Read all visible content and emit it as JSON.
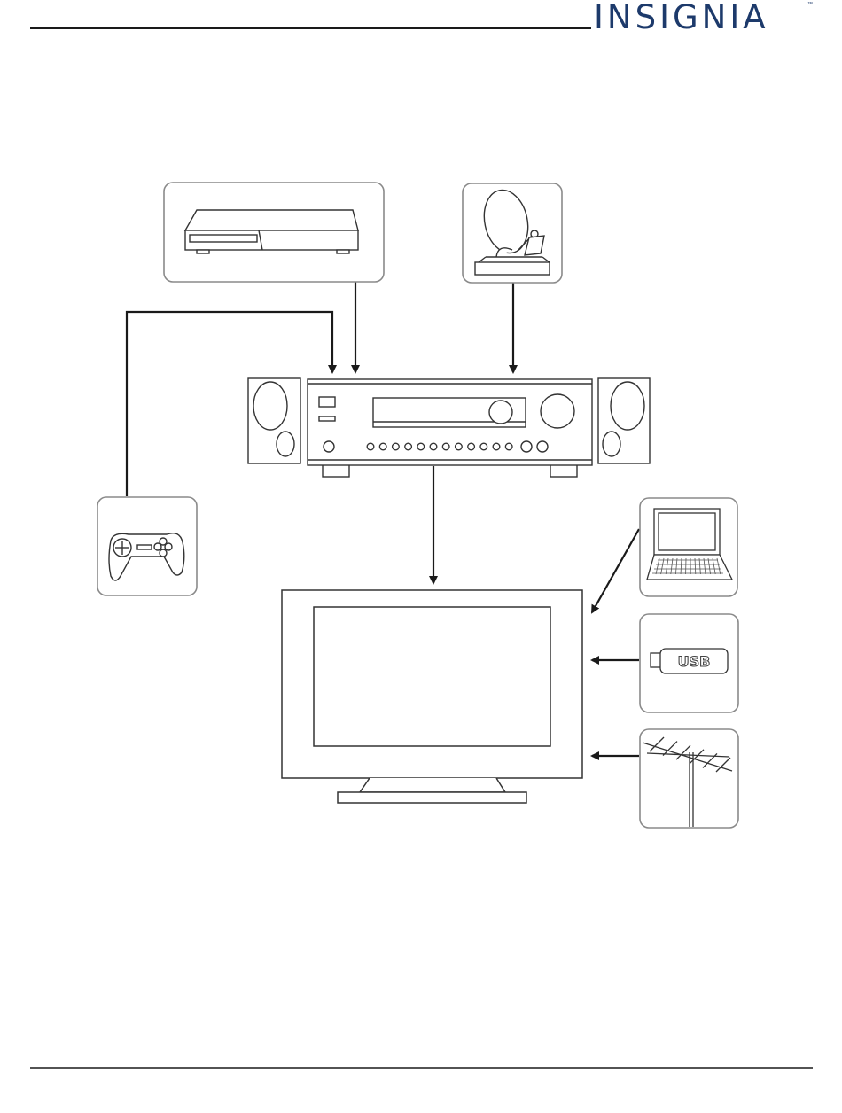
{
  "header": {
    "brand": "INSIGNIA",
    "trademark": "™"
  },
  "diagram": {
    "nodes": [
      {
        "id": "dvd-player",
        "icon": "dvd-player-icon"
      },
      {
        "id": "satellite-box",
        "icon": "satellite-dish-icon"
      },
      {
        "id": "game-console",
        "icon": "gamepad-icon"
      },
      {
        "id": "av-receiver",
        "icon": "receiver-icon"
      },
      {
        "id": "speaker-left",
        "icon": "speaker-icon"
      },
      {
        "id": "speaker-right",
        "icon": "speaker-icon"
      },
      {
        "id": "tv",
        "icon": "tv-icon"
      },
      {
        "id": "laptop",
        "icon": "laptop-icon"
      },
      {
        "id": "usb-drive",
        "icon": "usb-drive-icon",
        "label": "USB"
      },
      {
        "id": "antenna",
        "icon": "antenna-icon"
      }
    ],
    "connections": [
      {
        "from": "game-console",
        "to": "av-receiver"
      },
      {
        "from": "dvd-player",
        "to": "av-receiver"
      },
      {
        "from": "satellite-box",
        "to": "av-receiver"
      },
      {
        "from": "av-receiver",
        "to": "tv"
      },
      {
        "from": "laptop",
        "to": "tv"
      },
      {
        "from": "usb-drive",
        "to": "tv"
      },
      {
        "from": "antenna",
        "to": "tv"
      }
    ]
  },
  "colors": {
    "brand": "#1d3a6b",
    "line": "#1a1a1a",
    "box_border": "#8a8a8a"
  }
}
